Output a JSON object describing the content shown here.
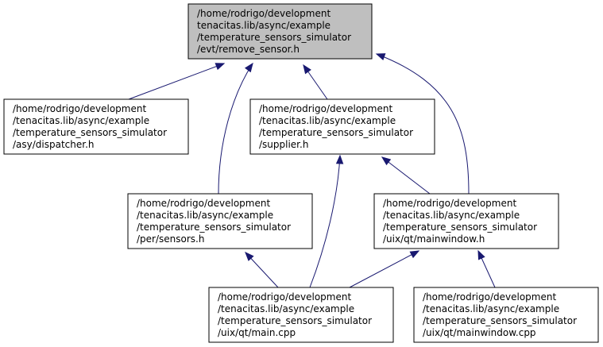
{
  "colors": {
    "highlight_fill": "#bfbfbf",
    "node_fill": "#ffffff",
    "node_border": "#000000",
    "edge": "#191970"
  },
  "nodes": [
    {
      "id": "remove_sensor",
      "highlighted": true,
      "lines": [
        "/home/rodrigo/development",
        "tenacitas.lib/async/example",
        "/temperature_sensors_simulator",
        "/evt/remove_sensor.h"
      ]
    },
    {
      "id": "dispatcher",
      "highlighted": false,
      "lines": [
        "/home/rodrigo/development",
        "/tenacitas.lib/async/example",
        "/temperature_sensors_simulator",
        "/asy/dispatcher.h"
      ]
    },
    {
      "id": "supplier",
      "highlighted": false,
      "lines": [
        "/home/rodrigo/development",
        "/tenacitas.lib/async/example",
        "/temperature_sensors_simulator",
        "/supplier.h"
      ]
    },
    {
      "id": "sensors",
      "highlighted": false,
      "lines": [
        "/home/rodrigo/development",
        "/tenacitas.lib/async/example",
        "/temperature_sensors_simulator",
        "/per/sensors.h"
      ]
    },
    {
      "id": "mainwindow_h",
      "highlighted": false,
      "lines": [
        "/home/rodrigo/development",
        "/tenacitas.lib/async/example",
        "/temperature_sensors_simulator",
        "/uix/qt/mainwindow.h"
      ]
    },
    {
      "id": "main_cpp",
      "highlighted": false,
      "lines": [
        "/home/rodrigo/development",
        "/tenacitas.lib/async/example",
        "/temperature_sensors_simulator",
        "/uix/qt/main.cpp"
      ]
    },
    {
      "id": "mainwindow_cpp",
      "highlighted": false,
      "lines": [
        "/home/rodrigo/development",
        "/tenacitas.lib/async/example",
        "/temperature_sensors_simulator",
        "/uix/qt/mainwindow.cpp"
      ]
    }
  ],
  "edges": [
    {
      "from": "dispatcher",
      "to": "remove_sensor"
    },
    {
      "from": "sensors",
      "to": "remove_sensor"
    },
    {
      "from": "supplier",
      "to": "remove_sensor"
    },
    {
      "from": "mainwindow_h",
      "to": "remove_sensor"
    },
    {
      "from": "main_cpp",
      "to": "supplier"
    },
    {
      "from": "mainwindow_h",
      "to": "supplier"
    },
    {
      "from": "main_cpp",
      "to": "sensors"
    },
    {
      "from": "main_cpp",
      "to": "mainwindow_h"
    },
    {
      "from": "mainwindow_cpp",
      "to": "mainwindow_h"
    }
  ]
}
